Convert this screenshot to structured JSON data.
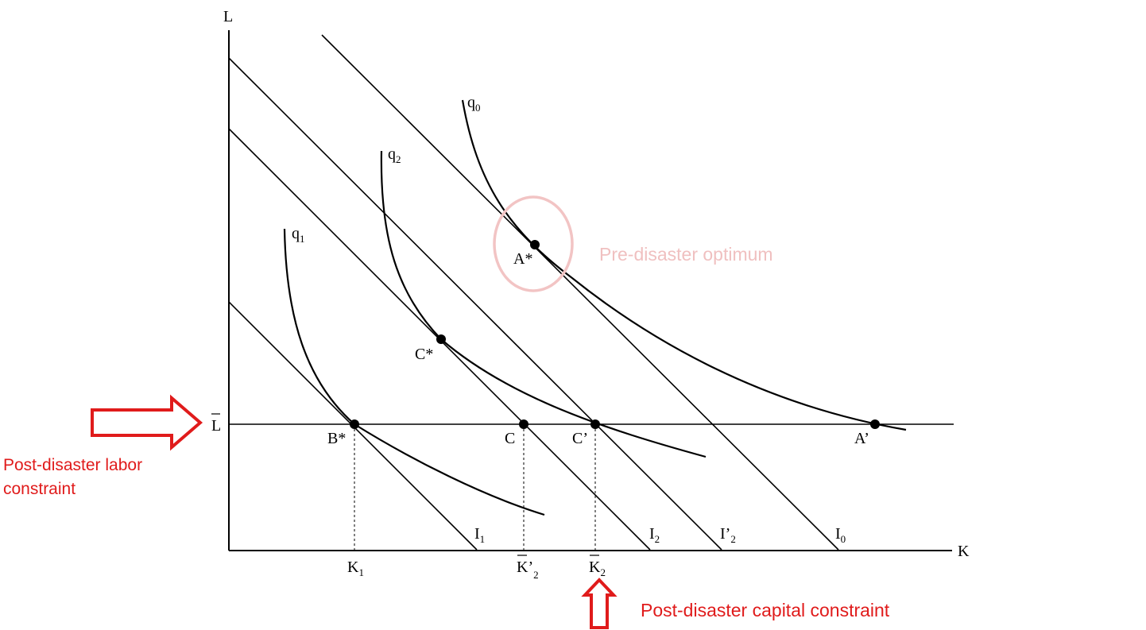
{
  "axes": {
    "y_label": "L",
    "x_label": "K"
  },
  "curves": {
    "q0": {
      "base": "q",
      "sub": "0"
    },
    "q1": {
      "base": "q",
      "sub": "1"
    },
    "q2": {
      "base": "q",
      "sub": "2"
    }
  },
  "isocosts": {
    "I0": {
      "base": "I",
      "sub": "0"
    },
    "I1": {
      "base": "I",
      "sub": "1"
    },
    "I2": {
      "base": "I",
      "sub": "2"
    },
    "I2_prime": {
      "base": "I’",
      "sub": "2"
    }
  },
  "points": {
    "a_star": "A*",
    "a_prime": "A’",
    "b_star": "B*",
    "c": "C",
    "c_star": "C*",
    "c_prime": "C’"
  },
  "ticks": {
    "l_bar": "L",
    "k1": {
      "base": "K",
      "sub": "1"
    },
    "k2_bar_prime": {
      "base": "K’",
      "sub": "2"
    },
    "k2_bar": {
      "base": "K",
      "sub": "2"
    }
  },
  "annotations": {
    "pre_disaster": "Pre-disaster optimum",
    "labor_constraint_line1": "Post-disaster labor",
    "labor_constraint_line2": "constraint",
    "capital_constraint": "Post-disaster capital constraint"
  },
  "colors": {
    "ink": "#000000",
    "arrow": "#e01b1b",
    "annotation_red": "#e01b1b",
    "highlight": "#f2c4c4",
    "highlight_text": "#f0c0c0"
  }
}
